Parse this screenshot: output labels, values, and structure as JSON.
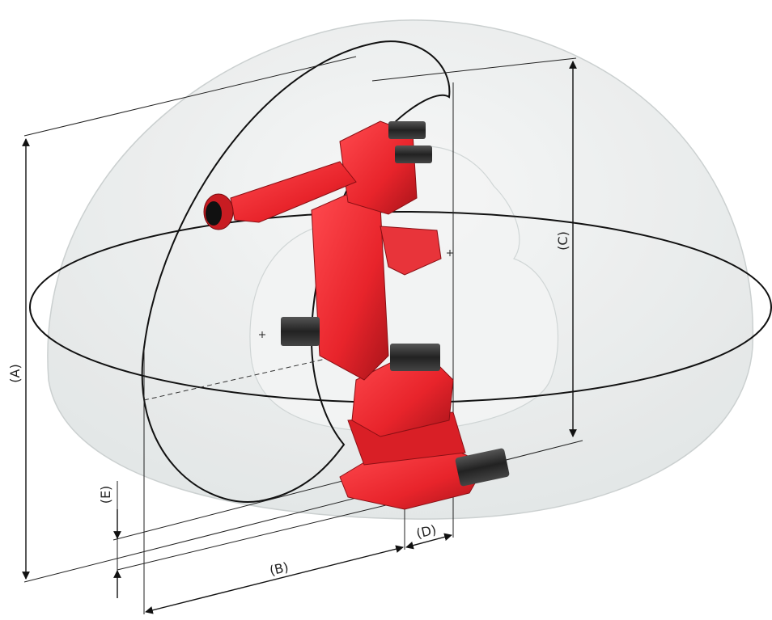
{
  "labels": {
    "a": "(A)",
    "b": "(B)",
    "c": "(C)",
    "d": "(D)",
    "e": "(E)"
  },
  "colors": {
    "robot_red": "#e8242b",
    "robot_dark": "#b5161b",
    "motor": "#2a2a2a",
    "envelope_fill": "#e9ecec",
    "envelope_stroke": "#b8c0c0",
    "outline": "#111111"
  }
}
